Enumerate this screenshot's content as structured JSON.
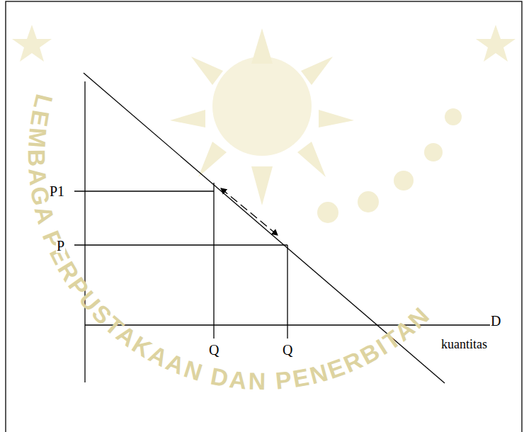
{
  "diagram": {
    "labels": [
      "P1",
      "P",
      "Q",
      "Q",
      "D",
      "kuantitas",
      "LEMBAGA PERPUSTAKAAN DAN PENERBITAN"
    ]
  }
}
